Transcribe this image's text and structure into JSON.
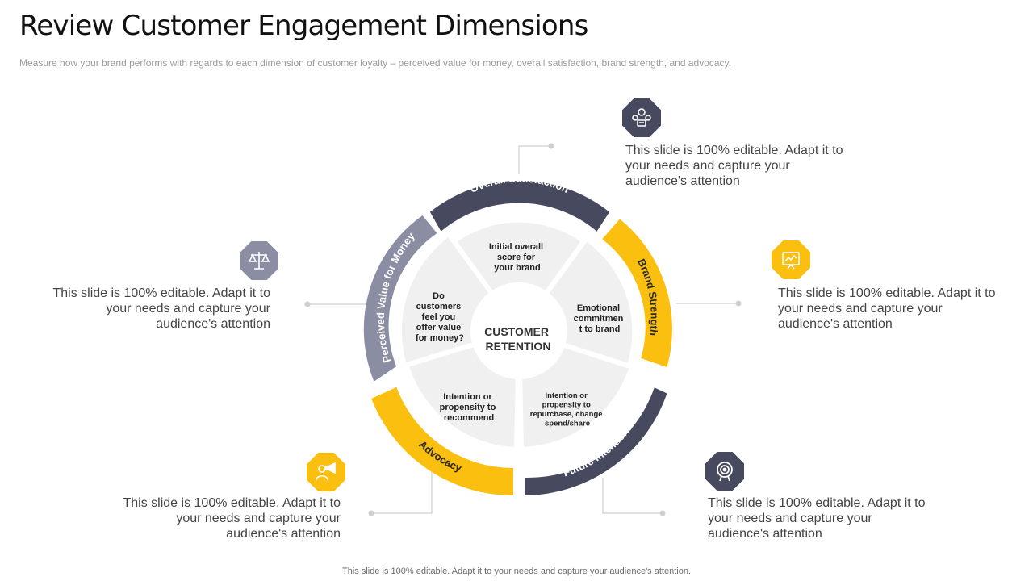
{
  "title": "Review Customer Engagement Dimensions",
  "subtitle": "Measure how your brand performs with regards to each dimension of customer loyalty – perceived value for money, overall satisfaction, brand strength, and advocacy.",
  "center": {
    "line1": "CUSTOMER",
    "line2": "RETENTION"
  },
  "colors": {
    "dark": "#474a5e",
    "yellow": "#fbbf0f",
    "muted": "#8b8da3",
    "segment_fill": "#f0f0f0"
  },
  "ring_labels": {
    "overall_satisfaction": "Overall Satisfaction",
    "brand_strength": "Brand Strength",
    "future_intentions": "Future Intentions",
    "advocacy": "Advocacy",
    "perceived_value": "Perceived Value for Money"
  },
  "inner": {
    "top": [
      "Initial overall",
      "score for",
      "your brand"
    ],
    "right": [
      "Emotional",
      "commitmen",
      "t to brand"
    ],
    "bottom_right": [
      "Intention or",
      "propensity to",
      "repurchase, change",
      "spend/share"
    ],
    "bottom_left": [
      "Intention or",
      "propensity to",
      "recommend"
    ],
    "left": [
      "Do",
      "customers",
      "feel you",
      "offer value",
      "for money?"
    ]
  },
  "callouts": {
    "top": "This slide is 100% editable. Adapt it to your needs and capture your audience's attention",
    "right": "This slide is 100% editable. Adapt it to your needs and capture your audience's attention",
    "bottom_right": "This slide is 100% editable. Adapt it to your needs and capture your audience's attention",
    "bottom_left": "This slide is 100% editable. Adapt it to your needs and capture your audience's attention",
    "left": "This slide is 100% editable. Adapt it to your needs and capture your audience's attention"
  },
  "icons": {
    "top": "customer-feedback-icon",
    "right": "brand-board-icon",
    "bottom_right": "target-icon",
    "bottom_left": "advocacy-people-icon",
    "left": "balance-scale-icon"
  },
  "footer": "This slide is 100% editable. Adapt it to your needs and capture your audience's attention."
}
